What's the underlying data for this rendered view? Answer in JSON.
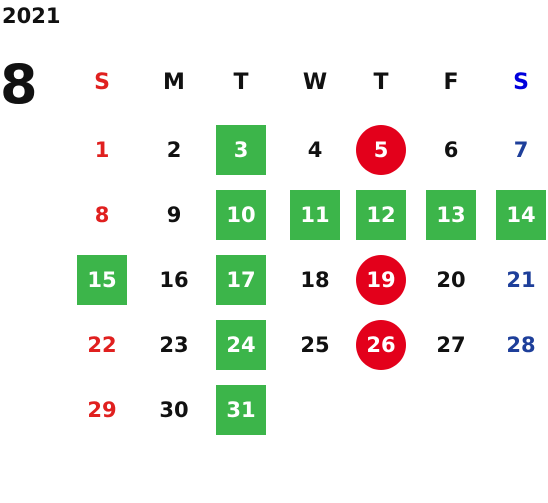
{
  "calendar": {
    "year": "2021",
    "month": "8",
    "weekdays": [
      "S",
      "M",
      "T",
      "W",
      "T",
      "F",
      "S"
    ],
    "colors": {
      "sunday": "#e0201f",
      "saturday": "#1e3f9a",
      "weekday": "#111111",
      "green_highlight": "#3cb54a",
      "red_circle": "#e3001b"
    },
    "weeks": [
      [
        {
          "day": "1",
          "mark": "none"
        },
        {
          "day": "2",
          "mark": "none"
        },
        {
          "day": "3",
          "mark": "green"
        },
        {
          "day": "4",
          "mark": "none"
        },
        {
          "day": "5",
          "mark": "red-circle"
        },
        {
          "day": "6",
          "mark": "none"
        },
        {
          "day": "7",
          "mark": "none"
        }
      ],
      [
        {
          "day": "8",
          "mark": "none"
        },
        {
          "day": "9",
          "mark": "none"
        },
        {
          "day": "10",
          "mark": "green"
        },
        {
          "day": "11",
          "mark": "green"
        },
        {
          "day": "12",
          "mark": "green"
        },
        {
          "day": "13",
          "mark": "green"
        },
        {
          "day": "14",
          "mark": "green"
        }
      ],
      [
        {
          "day": "15",
          "mark": "green"
        },
        {
          "day": "16",
          "mark": "none"
        },
        {
          "day": "17",
          "mark": "green"
        },
        {
          "day": "18",
          "mark": "none"
        },
        {
          "day": "19",
          "mark": "red-circle"
        },
        {
          "day": "20",
          "mark": "none"
        },
        {
          "day": "21",
          "mark": "none"
        }
      ],
      [
        {
          "day": "22",
          "mark": "none"
        },
        {
          "day": "23",
          "mark": "none"
        },
        {
          "day": "24",
          "mark": "green"
        },
        {
          "day": "25",
          "mark": "none"
        },
        {
          "day": "26",
          "mark": "red-circle"
        },
        {
          "day": "27",
          "mark": "none"
        },
        {
          "day": "28",
          "mark": "none"
        }
      ],
      [
        {
          "day": "29",
          "mark": "none"
        },
        {
          "day": "30",
          "mark": "none"
        },
        {
          "day": "31",
          "mark": "green"
        }
      ]
    ]
  }
}
